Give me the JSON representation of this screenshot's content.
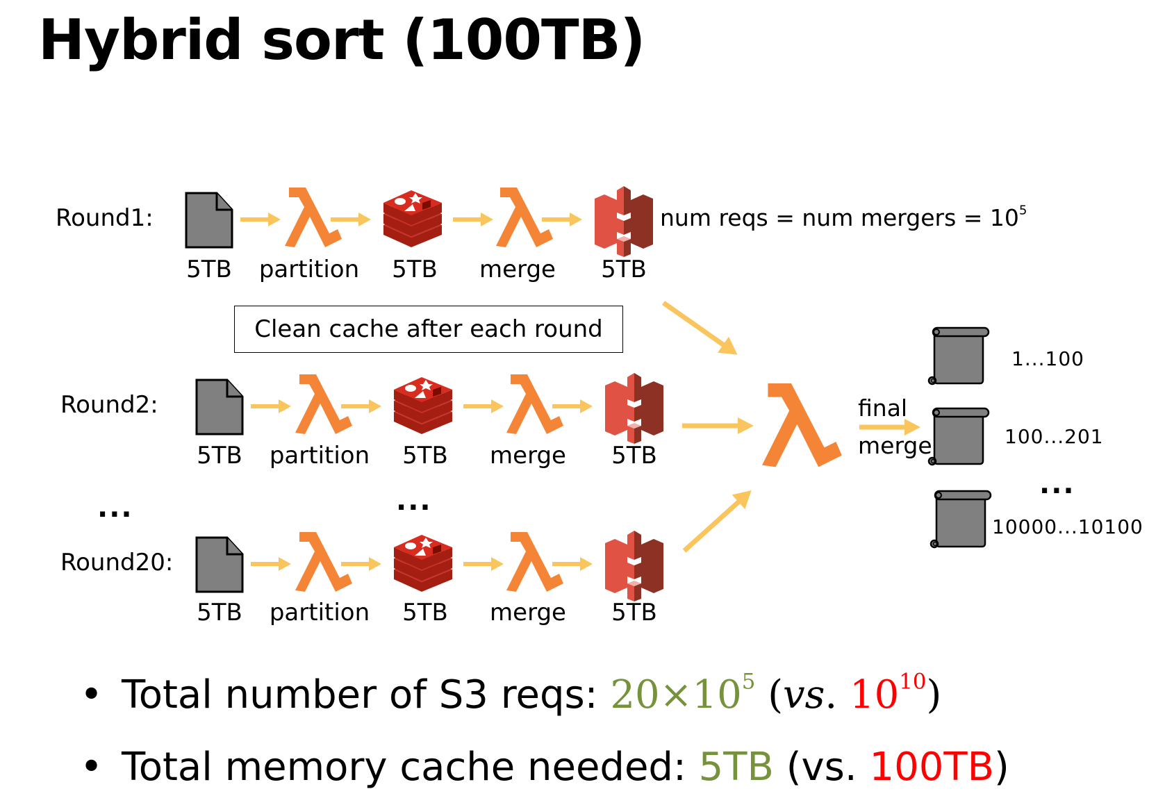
{
  "title": "Hybrid sort (100TB)",
  "rounds": [
    {
      "label": "Round1:",
      "steps": [
        "5TB",
        "partition",
        "5TB",
        "merge",
        "5TB"
      ]
    },
    {
      "label": "Round2:",
      "steps": [
        "5TB",
        "partition",
        "5TB",
        "merge",
        "5TB"
      ]
    },
    {
      "label": "Round20:",
      "steps": [
        "5TB",
        "partition",
        "5TB",
        "merge",
        "5TB"
      ]
    }
  ],
  "ellipsis": "...",
  "annotation": "num reqs = num mergers = 10",
  "annotation_exp": "5",
  "note_box": "Clean cache after each round",
  "final_merge": {
    "line1": "final",
    "line2": "merge"
  },
  "outputs": [
    "1...100",
    "100...201",
    "...",
    "10000...10100"
  ],
  "bullets": {
    "b1": {
      "prefix": "Total number of S3 reqs: ",
      "green": "20×10",
      "green_exp": "5",
      "open": " (",
      "vs": "vs",
      "dot": ". ",
      "red": "10",
      "red_exp": "10",
      "close": ")"
    },
    "b2": {
      "prefix": "Total memory cache needed: ",
      "green": "5TB",
      "mid": " (vs. ",
      "red": "100TB",
      "close": ")"
    }
  },
  "colors": {
    "lambda_orange": "#f58536",
    "arrow_yellow": "#f9c55c",
    "redis_red": "#c6302b",
    "s3_red": "#e05243",
    "file_gray": "#808080",
    "green": "#76923c",
    "red": "#ff0000"
  },
  "icons": [
    "file-icon",
    "lambda-icon",
    "redis-icon",
    "s3-bucket-icon",
    "scroll-icon",
    "arrow-icon"
  ]
}
